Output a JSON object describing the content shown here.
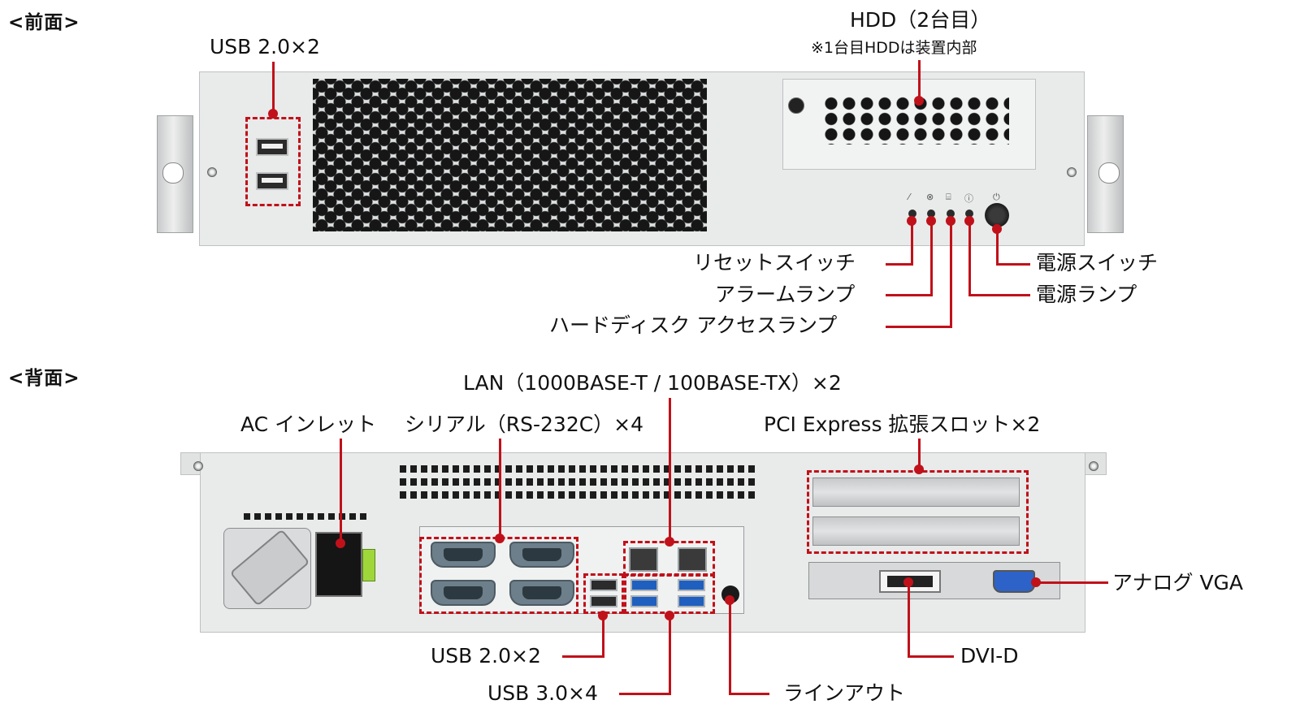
{
  "front": {
    "heading": "<前面>",
    "usb_label": "USB 2.0×2",
    "hdd_label": "HDD（2台目）",
    "hdd_note": "※1台目HDDは装置内部",
    "reset_switch": "リセットスイッチ",
    "alarm_lamp": "アラームランプ",
    "hdd_access_lamp": "ハードディスク アクセスランプ",
    "power_switch": "電源スイッチ",
    "power_lamp": "電源ランプ"
  },
  "rear": {
    "heading": "<背面>",
    "lan_label": "LAN（1000BASE-T / 100BASE-TX）×2",
    "ac_inlet": "AC インレット",
    "serial_label": "シリアル（RS-232C）×4",
    "pci_label": "PCI Express 拡張スロット×2",
    "analog_vga": "アナログ VGA",
    "dvi_label": "DVI-D",
    "usb2_label": "USB 2.0×2",
    "usb3_label": "USB 3.0×4",
    "line_out": "ラインアウト"
  },
  "colors": {
    "callout": "#c0111a"
  }
}
